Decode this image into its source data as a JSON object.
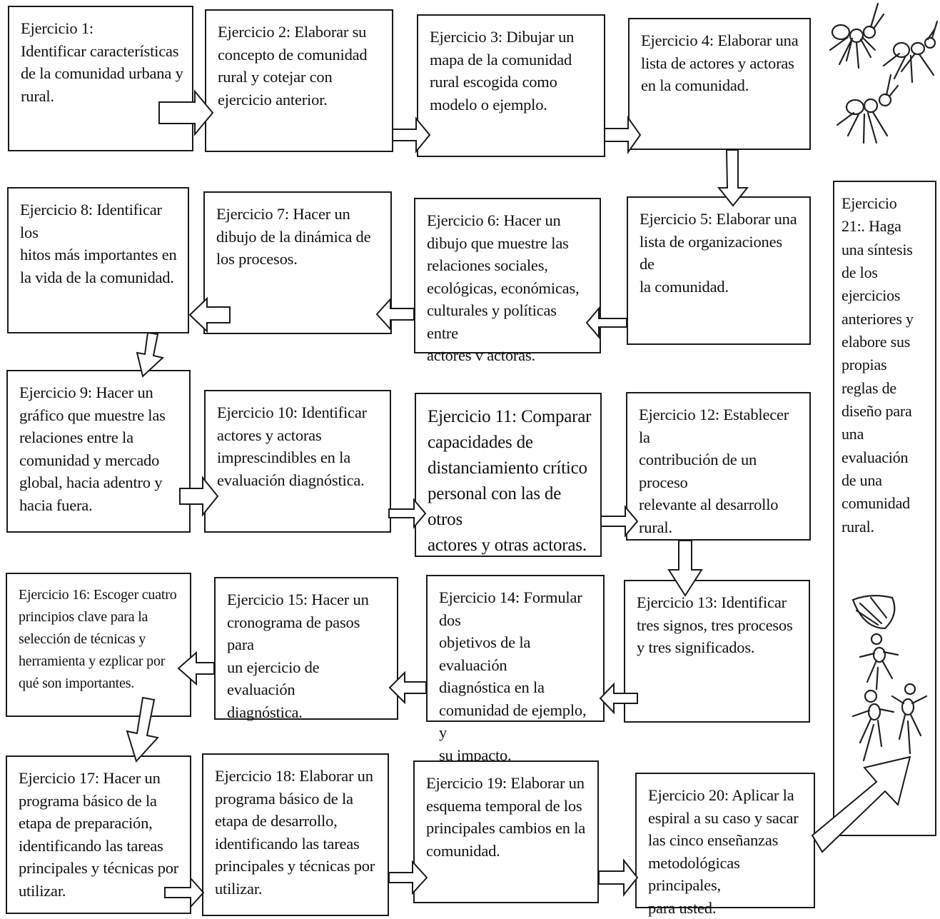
{
  "boxes": {
    "e1": "Ejercicio 1:\nIdentificar características\nde la comunidad urbana y\nrural.",
    "e2": "Ejercicio 2:   Elaborar su\nconcepto de comunidad\nrural y cotejar con\nejercicio anterior.",
    "e3": "Ejercicio 3: Dibujar un\nmapa de la comunidad\nrural escogida como\nmodelo o ejemplo.",
    "e4": "Ejercicio 4: Elaborar una\nlista de actores y actoras\nen la comunidad.",
    "e5": "Ejercicio 5: Elaborar una\nlista de organizaciones de\nla comunidad.",
    "e6": "Ejercicio 6: Hacer un\ndibujo que muestre las\nrelaciones sociales,\necológicas, económicas,\nculturales y políticas entre\nactores v actoras.",
    "e7": "Ejercicio 7: Hacer un\ndibujo de la dinámica de\nlos procesos.",
    "e8": "Ejercicio 8: Identificar los\nhitos más importantes en\nla vida de la comunidad.",
    "e9": "Ejercicio 9: Hacer un\ngráfico que muestre las\nrelaciones entre la\ncomunidad y mercado\nglobal, hacia adentro y\nhacia fuera.",
    "e10": "Ejercicio 10: Identificar\nactores y actoras\nimprescindibles en la\nevaluación diagnóstica.",
    "e11": "Ejercicio 11: Comparar\ncapacidades de\ndistanciamiento crítico\npersonal con las de otros\nactores y otras actoras.",
    "e12": "Ejercicio 12: Establecer la\ncontribución de un proceso\nrelevante al desarrollo\nrural.",
    "e13": "Ejercicio 13: Identificar\ntres signos, tres procesos\ny tres significados.",
    "e14": "Ejercicio 14: Formular dos\nobjetivos de la evaluación\ndiagnóstica en la\ncomunidad de ejemplo, y\nsu impacto.",
    "e15": "Ejercicio 15: Hacer un\ncronograma de pasos para\nun ejercicio de evaluación\ndiagnóstica.",
    "e16": "Ejercicio 16: Escoger cuatro\nprincipios clave para la\nselección de técnicas y\nherramienta y ezplicar por\nqué son importantes.",
    "e17": "Ejercicio 17: Hacer un\nprograma básico de la\netapa de preparación,\nidentificando las tareas\nprincipales y técnicas por\nutilizar.",
    "e18": "Ejercicio 18:  Elaborar un\nprograma básico de la\netapa de desarrollo,\nidentificando las tareas\nprincipales y técnicas por\nutilizar.",
    "e19": "Ejercicio 19:  Elaborar un\nesquema temporal de los\nprincipales cambios en la\ncomunidad.",
    "e20": "Ejercicio 20: Aplicar la\nespiral a su caso y sacar\nlas cinco enseñanzas\nmetodológicas principales,\npara usted.",
    "e21": "Ejercicio\n21:. Haga\nuna síntesis\nde los\nejercicios\nanteriores y\nelabore  sus\npropias\nreglas de\ndiseño para\nuna\nevaluación\nde una\ncomunidad\nrural."
  },
  "icons": [
    "ant-figures-icon",
    "ant-figures-icon",
    "block-arrow-icon"
  ],
  "colors": {
    "stroke": "#1a1a1a",
    "background": "#ffffff"
  }
}
